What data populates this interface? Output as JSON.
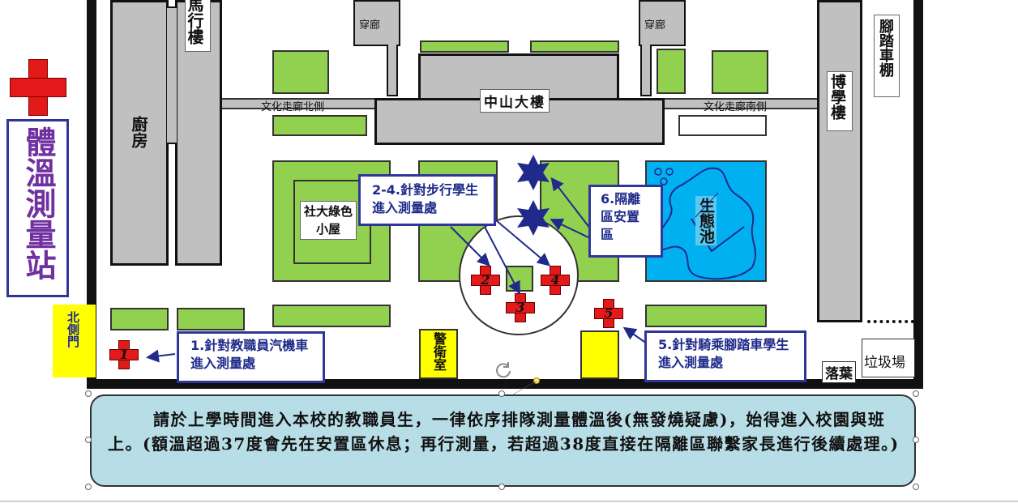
{
  "title_station": "體溫測量站",
  "gates": {
    "north_side_gate": "北側門"
  },
  "buildings": {
    "kitchen": "廚房",
    "ma_hsing": "馬行樓",
    "passage_left": "穿廊",
    "passage_right": "穿廊",
    "zhongshan": "中山大樓",
    "corridor_north": "文化走廊北側",
    "corridor_south": "文化走廊南側",
    "bo_hsueh": "博學樓",
    "bike_shed": "腳踏車棚",
    "green_house": "社大綠色小屋",
    "eco_pond": "生態池",
    "guard_room": "警衛室",
    "leaves": "落葉",
    "garbage": "垃圾場"
  },
  "checkpoints": [
    "1",
    "2",
    "3",
    "4",
    "5"
  ],
  "callouts": {
    "staff": "1.針對教職員汽機車進入測量處",
    "walking": "2-4.針對步行學生進入測量處",
    "isolation": "6.隔離區安置區",
    "cycling": "5.針對騎乘腳踏車學生進入測量處"
  },
  "notice": "請於上學時間進入本校的教職員生，一律依序排隊測量體溫後(無發燒疑慮)，始得進入校園與班上。(額溫超過37度會先在安置區休息；再行測量，若超過38度直接在隔離區聯繫家長進行後續處理。)",
  "colors": {
    "building": "#c0c0c0",
    "lawn": "#92d050",
    "pond": "#00b0f0",
    "cross": "#e41a1a",
    "star": "#1f2a8a",
    "callout_border": "#2f3699",
    "notice_bg": "#b7dde6",
    "guard": "#ffff00"
  }
}
